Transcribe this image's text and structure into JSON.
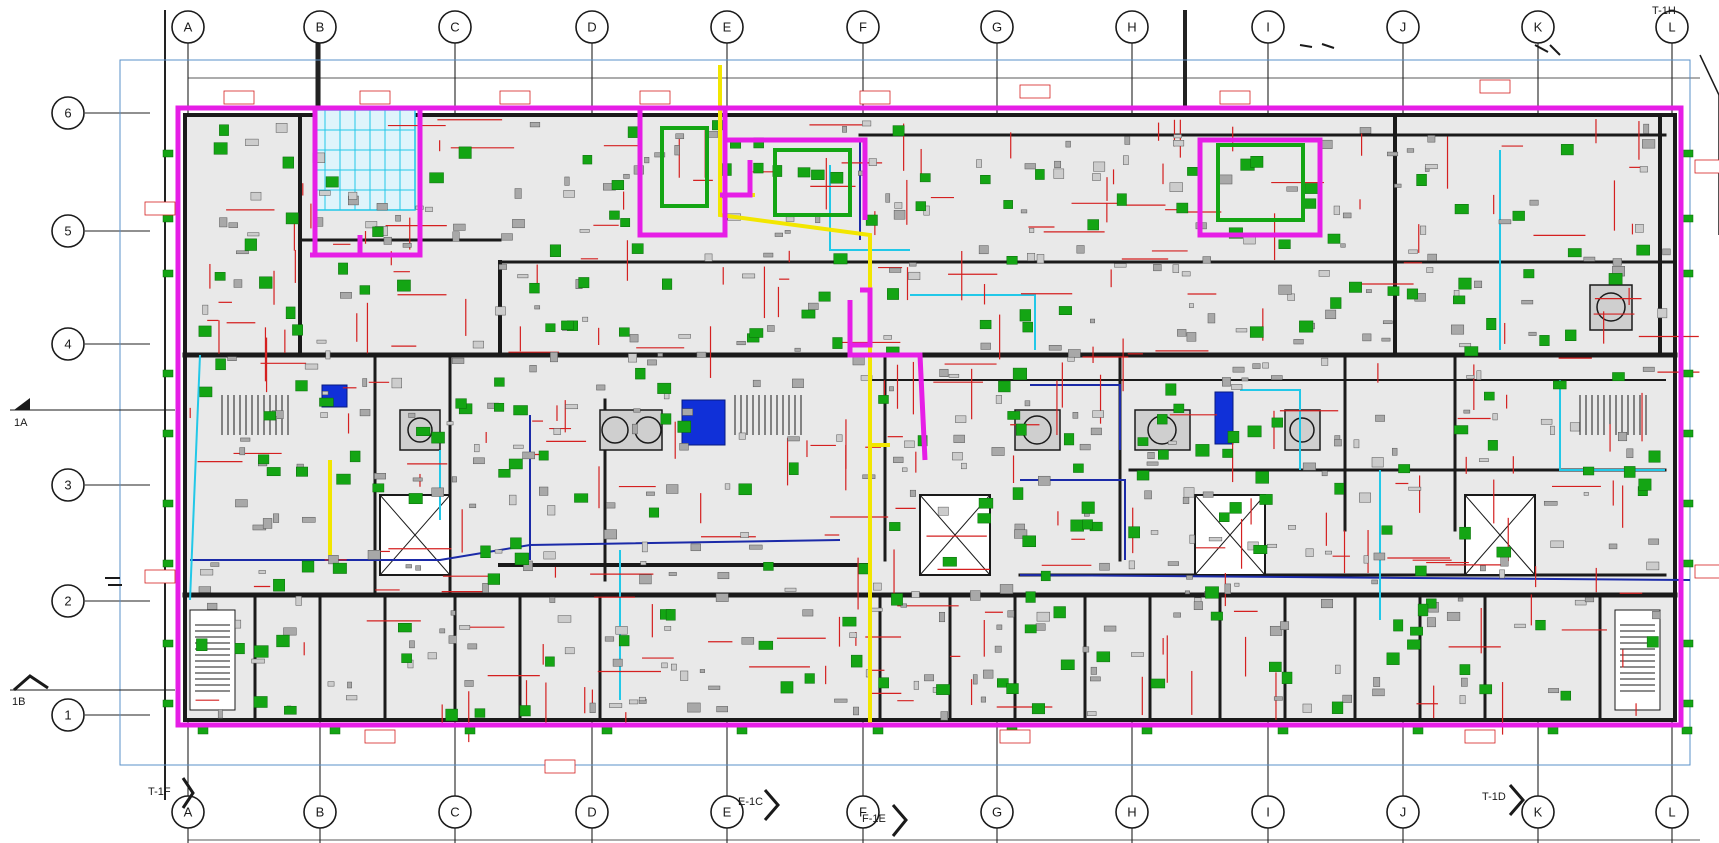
{
  "grid": {
    "columns": [
      "A",
      "B",
      "C",
      "D",
      "E",
      "F",
      "G",
      "H",
      "I",
      "J",
      "K",
      "L"
    ],
    "rows": [
      "6",
      "5",
      "4",
      "3",
      "2",
      "1"
    ]
  },
  "section_markers": {
    "s1": "1A",
    "s2": "1B",
    "s3": "T-1F",
    "s4": "E-1C",
    "s5": "F-1E",
    "s6": "T-1D",
    "s7": "T-1H"
  },
  "colors": {
    "boundary": "#e61ee6",
    "wall": "#1a1a1a",
    "duct_red": "#d42020",
    "diffuser": "#14a514",
    "cyan_pipe": "#22c8e8",
    "blue_pipe": "#1b2aa8",
    "grey_equipment": "#8c8c8c",
    "yellow": "#f2e600"
  }
}
